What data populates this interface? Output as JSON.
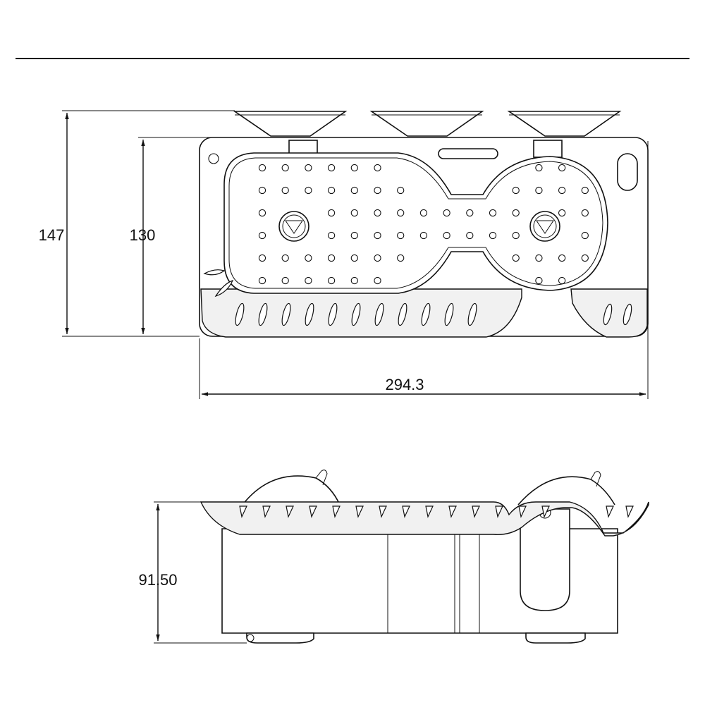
{
  "dimensions": {
    "overall_height": "147",
    "body_height": "130",
    "width": "294.3",
    "side_height": "91.50"
  }
}
